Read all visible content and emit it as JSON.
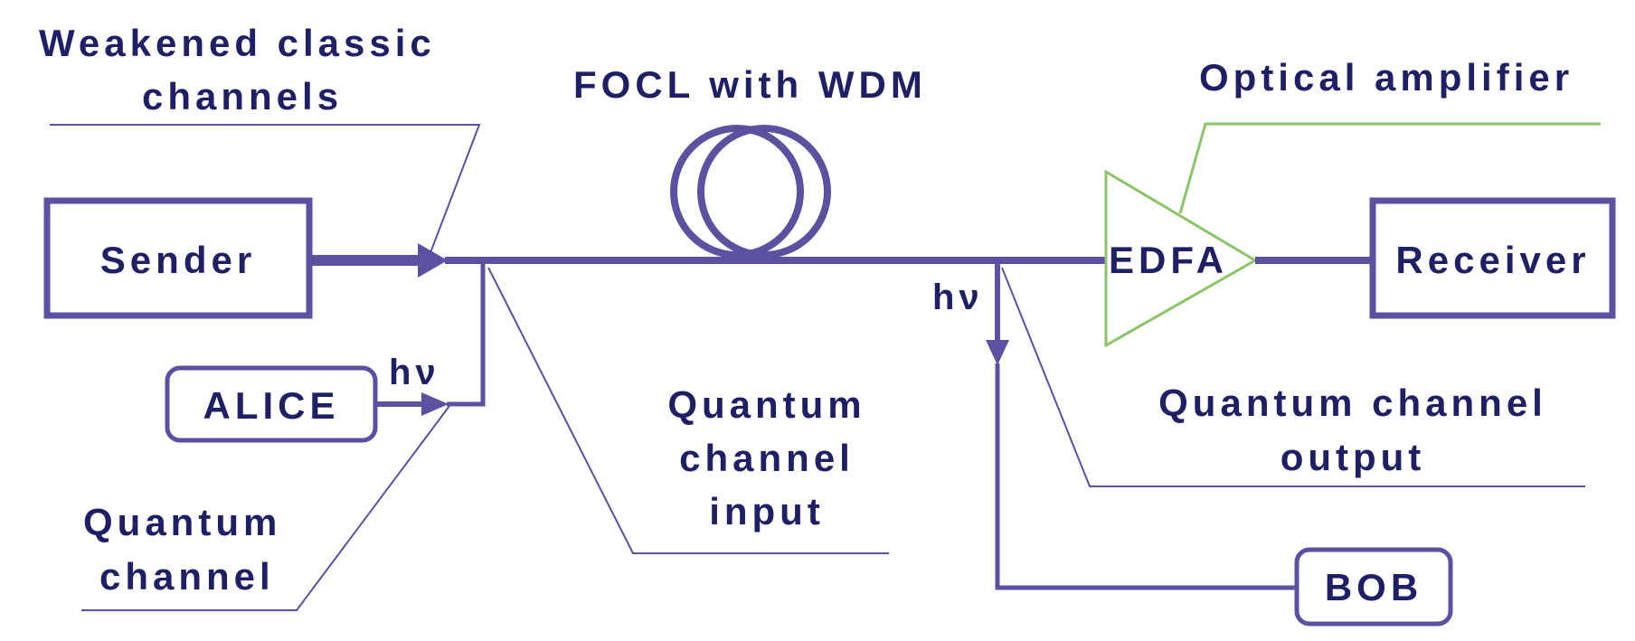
{
  "colors": {
    "line": "#5a52a0",
    "text": "#1f1f66",
    "amplifier": "#8cc46a",
    "background": "#ffffff"
  },
  "labels": {
    "weakened_line1": "Weakened classic",
    "weakened_line2": "channels",
    "focl": "FOCL with WDM",
    "optical_amplifier": "Optical amplifier",
    "hv_left": "hν",
    "hv_right": "hν",
    "qc_input_line1": "Quantum",
    "qc_input_line2": "channel",
    "qc_input_line3": "input",
    "qc_output_line1": "Quantum channel",
    "qc_output_line2": "output",
    "qc_line1": "Quantum",
    "qc_line2": "channel"
  },
  "blocks": {
    "sender": "Sender",
    "receiver": "Receiver",
    "alice": "ALICE",
    "bob": "BOB",
    "edfa": "EDFA"
  }
}
